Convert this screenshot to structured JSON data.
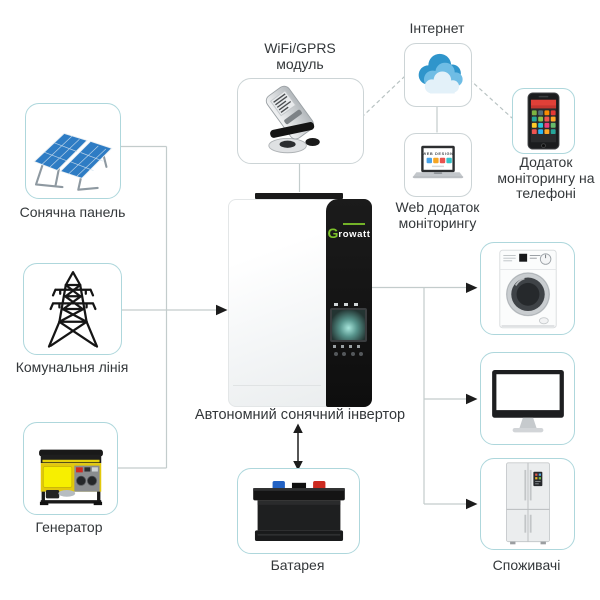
{
  "title": "Автономний сонячний інвертор",
  "labels": {
    "solar": "Сонячна панель",
    "utility": "Комунальня лінія",
    "generator": "Генератор",
    "wifi_module": "WiFi/GPRS модуль",
    "internet": "Інтернет",
    "web_app": "Web додаток моніторингу",
    "phone_app": "Додаток моніторингу на телефоні",
    "inverter": "Автономний сонячний інвертор",
    "battery": "Батарея",
    "consumers": "Споживачі"
  },
  "brand": {
    "g": "G",
    "rest": "rowatt"
  },
  "laptop_screen_text": "WEB DESIGN",
  "icons": {
    "internet": "cloud-icon",
    "wifi_module": "wifi-gprs-module-icon",
    "web_app": "laptop-icon",
    "phone_app": "smartphone-icon",
    "solar": "solar-panel-icon",
    "utility": "power-tower-icon",
    "generator": "generator-icon",
    "battery": "battery-icon",
    "consumers": [
      "washing-machine-icon",
      "monitor-icon",
      "fridge-icon"
    ]
  },
  "colors": {
    "node_border": "#aed7dc",
    "connector": "#c3cccc",
    "arrow": "#1c1c1c",
    "brand_green": "#7dc32a",
    "cloud_blue": "#2f95cb",
    "phone_header_red": "#e04038"
  }
}
